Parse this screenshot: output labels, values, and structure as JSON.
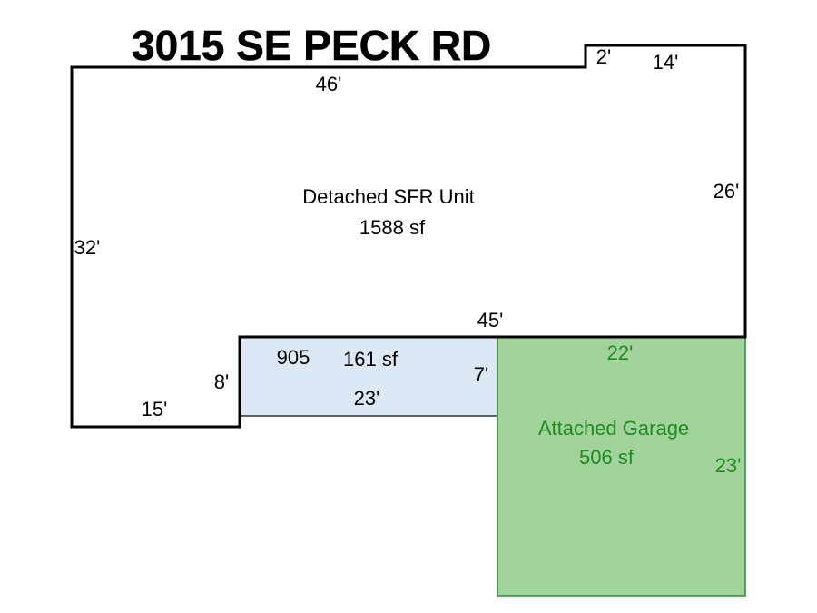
{
  "title": "3015 SE PECK RD",
  "colors": {
    "outline": "#000000",
    "garage_fill": "#a3d39c",
    "garage_stroke": "#2e8b2e",
    "garage_text": "#1e8c1e",
    "addition_fill": "#dce8f5",
    "background": "#ffffff"
  },
  "main_unit": {
    "name": "Detached SFR Unit",
    "area": "1588 sf",
    "dimensions": {
      "top_left": "46'",
      "top_step": "2'",
      "top_right": "14'",
      "right": "26'",
      "left": "32'",
      "bottom_right": "45'",
      "step": "8'",
      "bottom_left": "15'"
    }
  },
  "addition": {
    "code": "905",
    "area": "161 sf",
    "dimensions": {
      "bottom": "23'",
      "right": "7'"
    }
  },
  "garage": {
    "name": "Attached Garage",
    "area": "506 sf",
    "dimensions": {
      "top": "22'",
      "right": "23'"
    }
  }
}
